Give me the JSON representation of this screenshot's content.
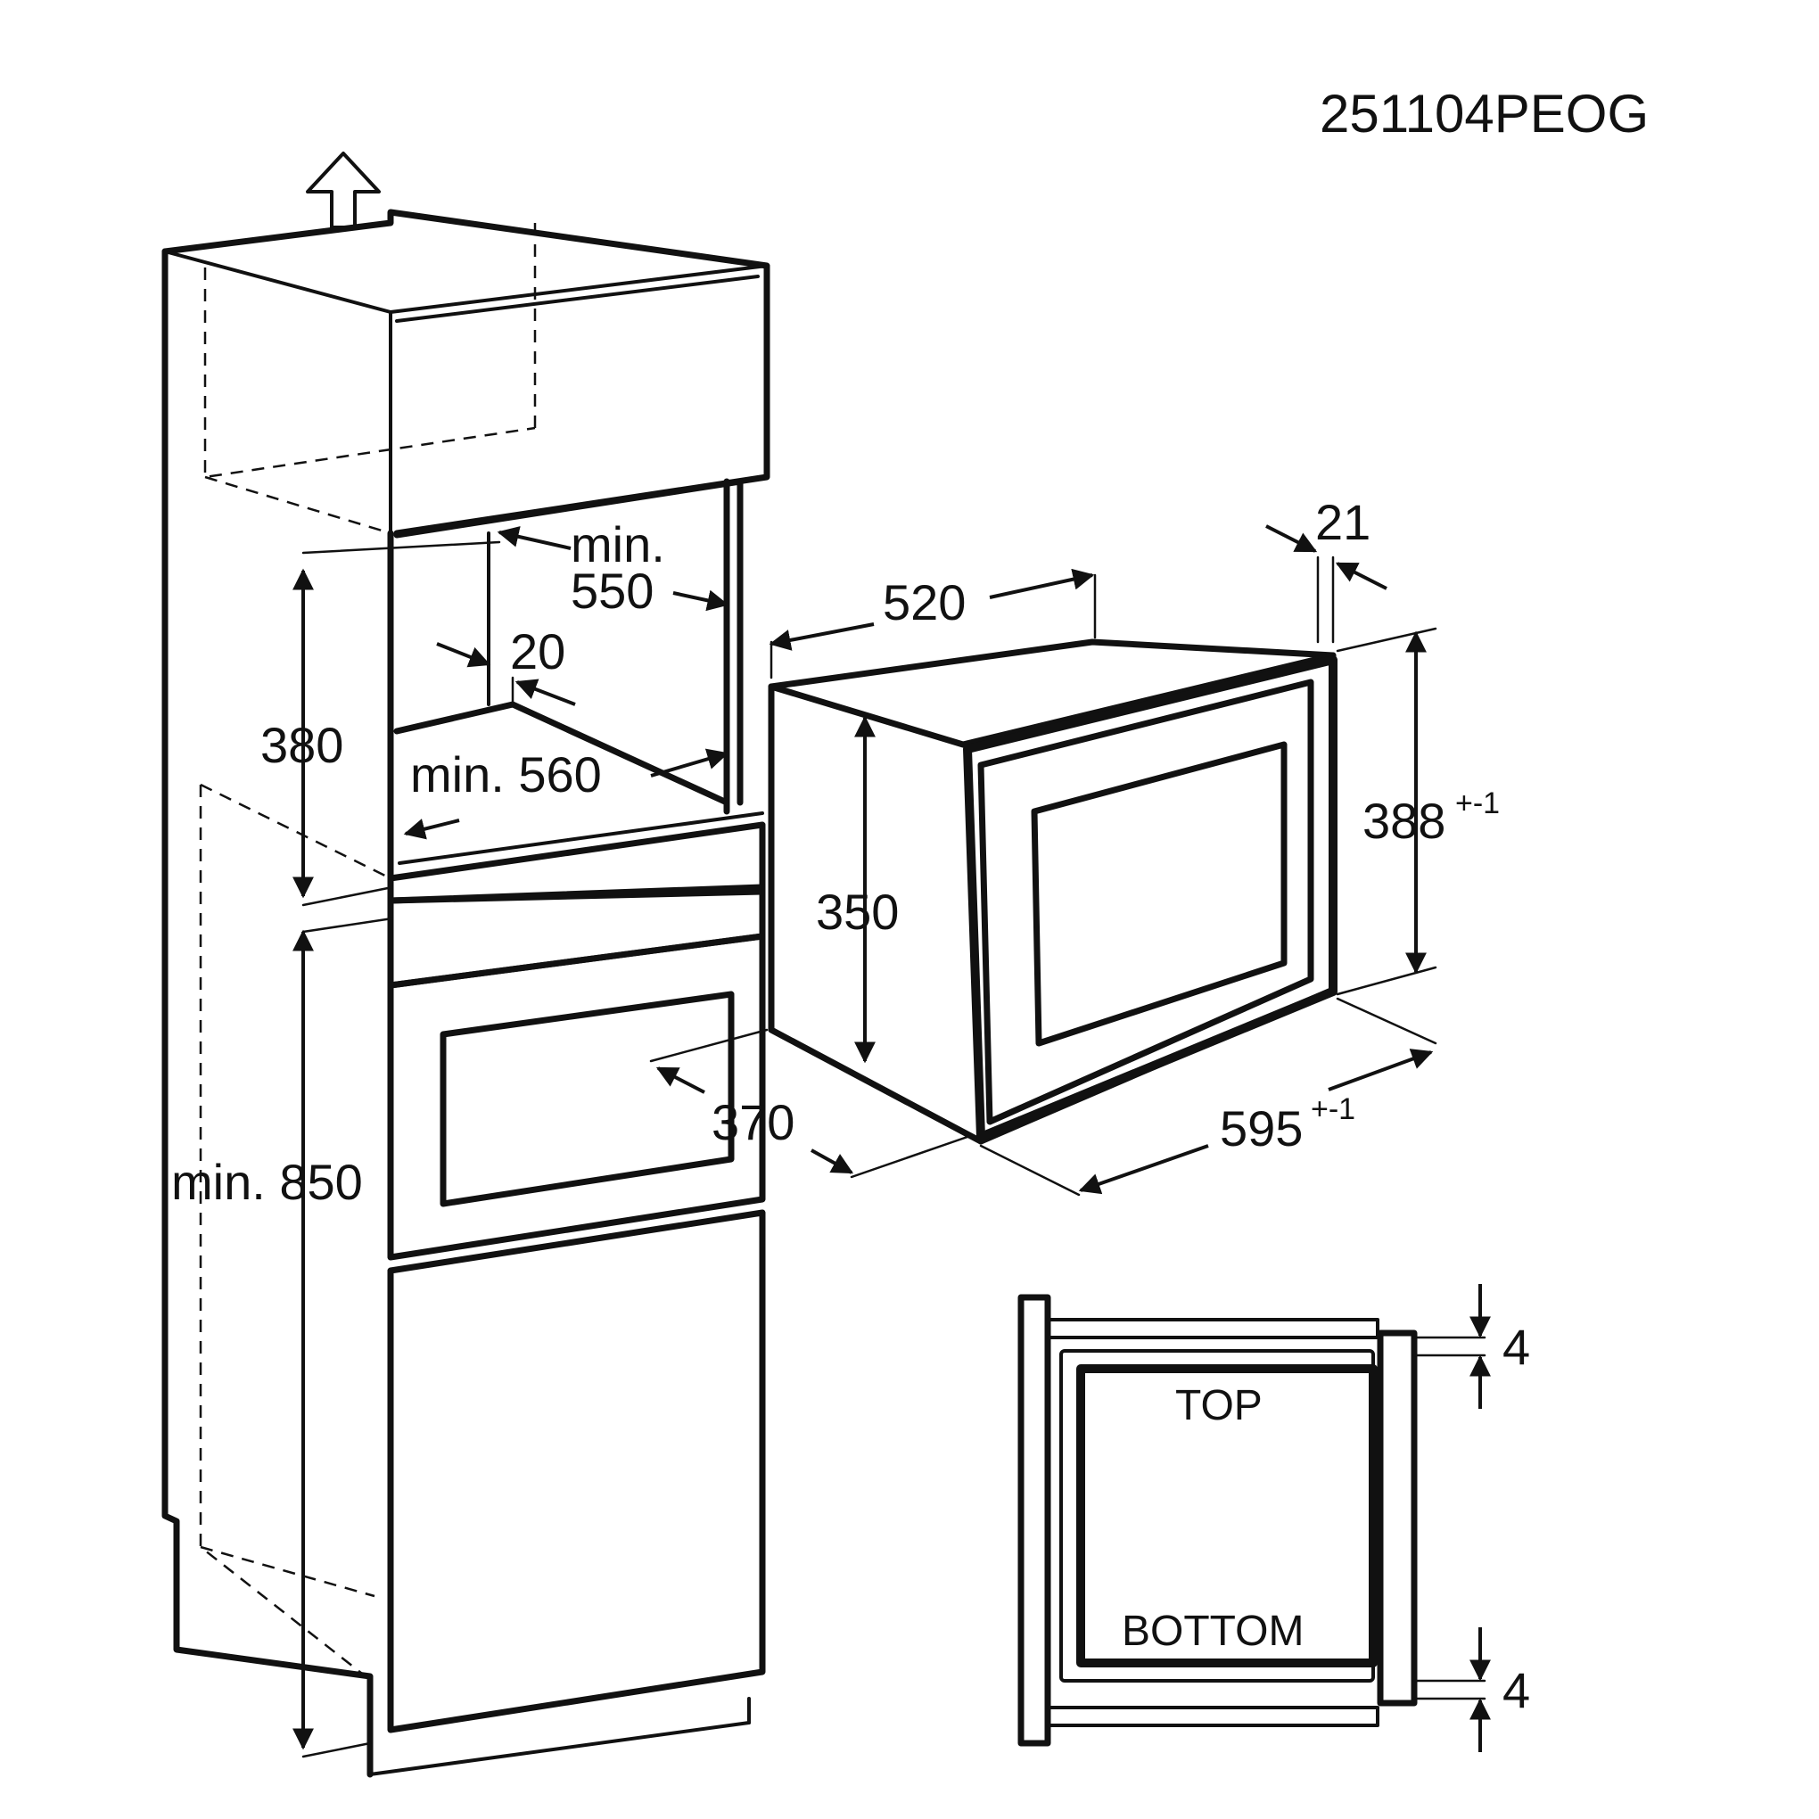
{
  "drawing_code": "251104PEOG",
  "cabinet": {
    "min_550_line1": "min.",
    "min_550_line2": "550",
    "gap_20": "20",
    "height_380": "380",
    "depth_min_560": "min. 560",
    "height_min_850": "min. 850",
    "depth_370": "370"
  },
  "appliance": {
    "width_520": "520",
    "frame_21": "21",
    "height_350": "350",
    "height_388": "388",
    "height_388_tol": "+-1",
    "width_595": "595",
    "width_595_tol": "+-1"
  },
  "frame_detail": {
    "top_label": "TOP",
    "bottom_label": "BOTTOM",
    "gap_top": "4",
    "gap_bottom": "4"
  }
}
